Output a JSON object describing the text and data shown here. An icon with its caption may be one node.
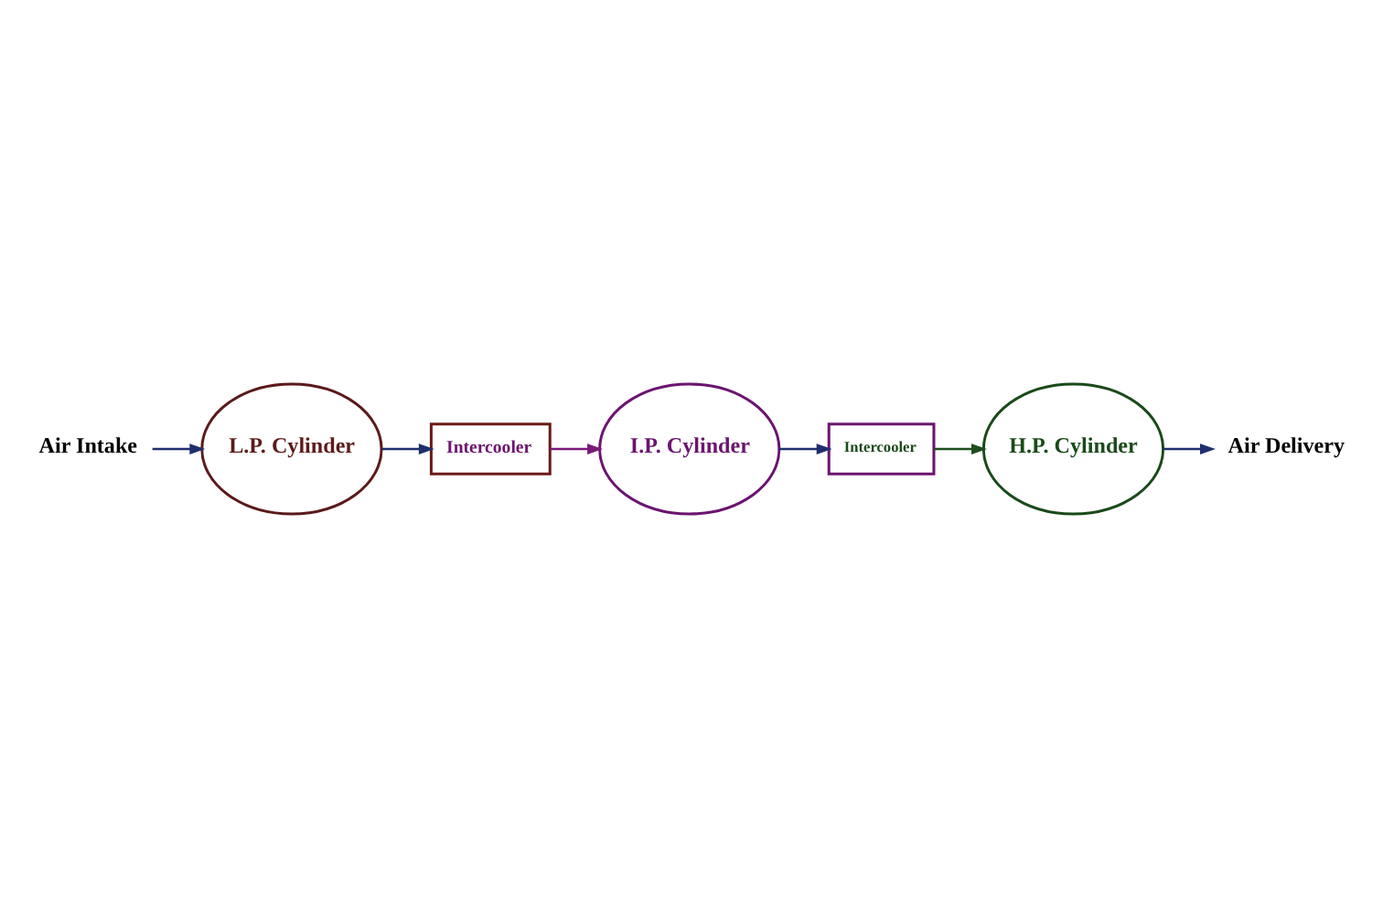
{
  "diagram": {
    "nodes": [
      {
        "text": [
          "Air Intake"
        ]
      },
      {
        "text": [
          "L.P. Cylinder"
        ]
      },
      {
        "text": [
          "Intercooler"
        ]
      },
      {
        "text": [
          "I.P. Cylinder"
        ]
      },
      {
        "text": [
          "Intercooler"
        ]
      },
      {
        "text": [
          "H.P. Cylinder"
        ]
      },
      {
        "text": [
          "Air Delivery"
        ]
      }
    ],
    "edges": [
      {
        "from": 0,
        "to": 1,
        "arrow": "to"
      },
      {
        "from": 1,
        "to": 2,
        "arrow": "to"
      },
      {
        "from": 2,
        "to": 3,
        "arrow": "to",
        "color": "#7a1a7a"
      },
      {
        "from": 3,
        "to": 4,
        "arrow": "to"
      },
      {
        "from": 4,
        "to": 5,
        "arrow": "to",
        "color": "#1e4d1e"
      },
      {
        "from": 5,
        "to": 6,
        "arrow": "to"
      }
    ]
  }
}
